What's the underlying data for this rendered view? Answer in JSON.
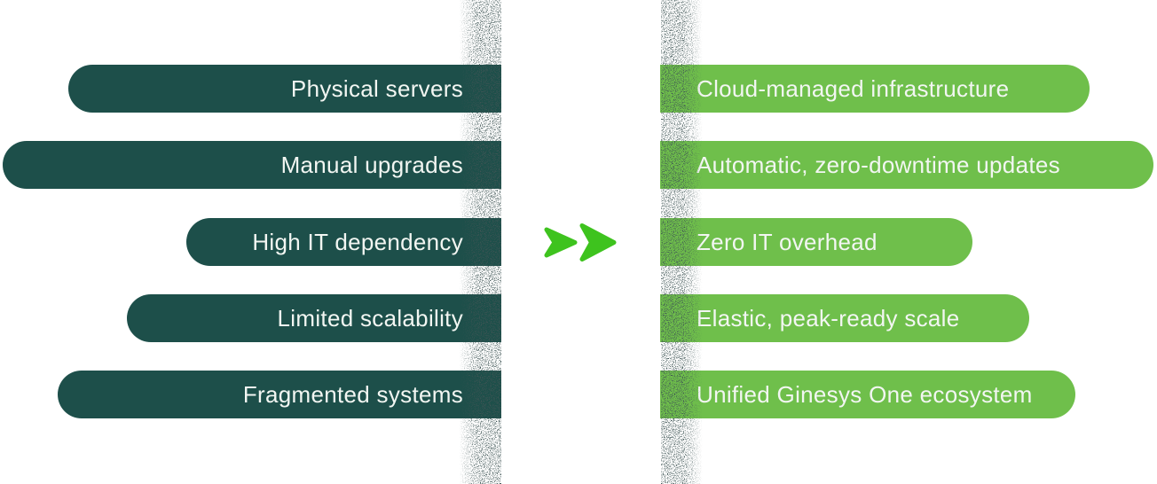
{
  "comparison": {
    "rows": [
      {
        "before": "Physical servers",
        "after": "Cloud-managed infrastructure"
      },
      {
        "before": "Manual upgrades",
        "after": "Automatic, zero-downtime updates"
      },
      {
        "before": "High IT dependency",
        "after": "Zero IT overhead"
      },
      {
        "before": "Limited scalability",
        "after": "Elastic, peak-ready scale"
      },
      {
        "before": "Fragmented systems",
        "after": "Unified Ginesys One ecosystem"
      }
    ],
    "colors": {
      "before_pill": "#1d4f4a",
      "after_pill": "#6fbf4b",
      "arrow": "#3ec31e",
      "text": "#f2f6f2"
    },
    "arrow_icon": "fast-forward-double-arrow"
  }
}
